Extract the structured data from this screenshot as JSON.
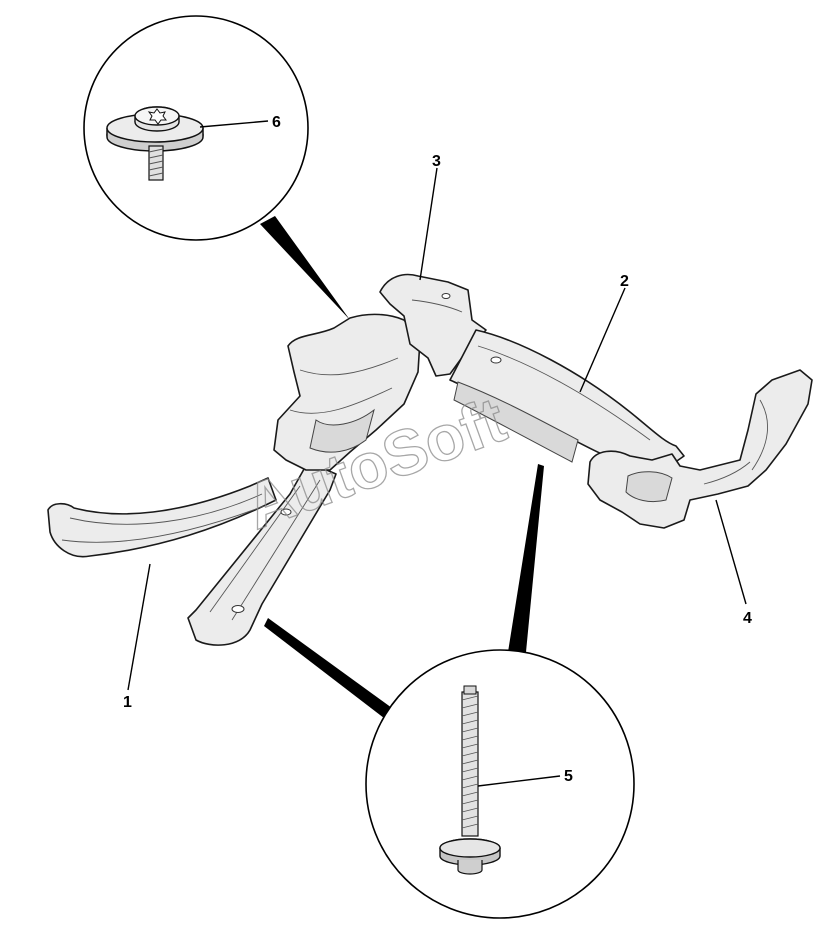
{
  "diagram": {
    "callouts": [
      {
        "id": "1",
        "label": "1"
      },
      {
        "id": "2",
        "label": "2"
      },
      {
        "id": "3",
        "label": "3"
      },
      {
        "id": "4",
        "label": "4"
      },
      {
        "id": "5",
        "label": "5"
      },
      {
        "id": "6",
        "label": "6"
      }
    ],
    "watermark": "AutoSoft"
  },
  "colors": {
    "line": "#000000",
    "part_fill": "#ececec",
    "watermark": "#8a8a8a"
  }
}
